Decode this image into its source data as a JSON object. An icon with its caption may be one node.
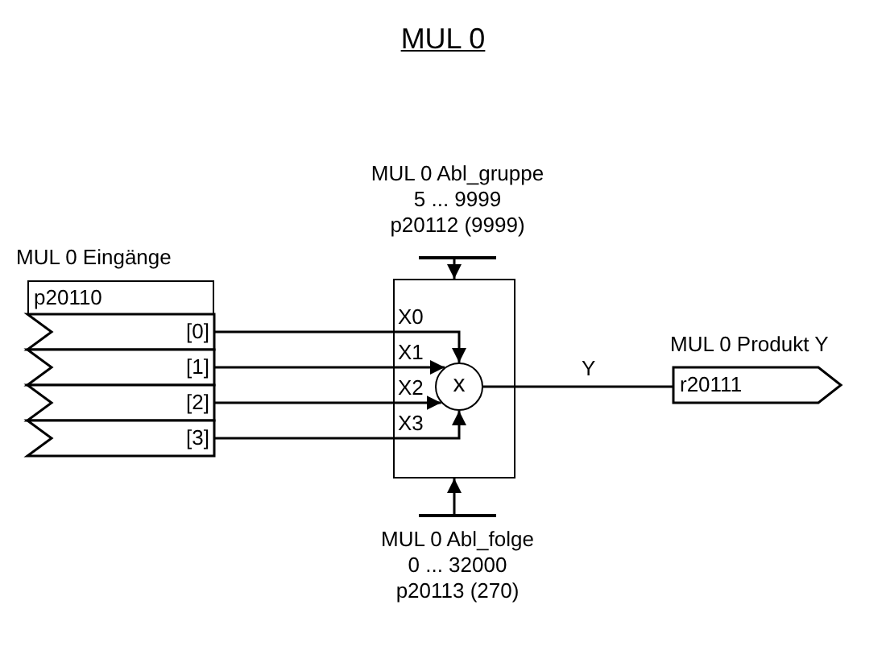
{
  "diagram": {
    "title": "MUL 0",
    "nodes": [
      {
        "text": [
          "MUL 0 Eingänge",
          "p20110"
        ]
      },
      {
        "text": [
          "[0]"
        ]
      },
      {
        "text": [
          "[1]"
        ]
      },
      {
        "text": [
          "[2]"
        ]
      },
      {
        "text": [
          "[3]"
        ]
      },
      {
        "text": [
          "MUL 0 Abl_gruppe",
          "5 ... 9999",
          "p20112 (9999)"
        ]
      },
      {
        "text": [],
        "shape": "box"
      },
      {
        "text": [
          "x"
        ],
        "in": 6
      },
      {
        "text": [
          "MUL 0 Produkt Y",
          "r20111"
        ]
      },
      {
        "text": [
          "MUL 0 Abl_folge",
          "0 ... 32000",
          "p20113 (270)"
        ]
      }
    ],
    "edges": [
      {
        "from": 5,
        "to": 6,
        "arrow": "to"
      },
      {
        "from": 1,
        "to": 7,
        "arrow": "to",
        "label": "X0"
      },
      {
        "from": 2,
        "to": 7,
        "arrow": "to",
        "label": "X1"
      },
      {
        "from": 3,
        "to": 7,
        "arrow": "to",
        "label": "X2"
      },
      {
        "from": 4,
        "to": 7,
        "arrow": "to",
        "label": "X3"
      },
      {
        "from": 7,
        "to": 8,
        "arrow": "none",
        "label": "Y"
      },
      {
        "from": 9,
        "to": 6,
        "arrow": "to"
      }
    ]
  }
}
